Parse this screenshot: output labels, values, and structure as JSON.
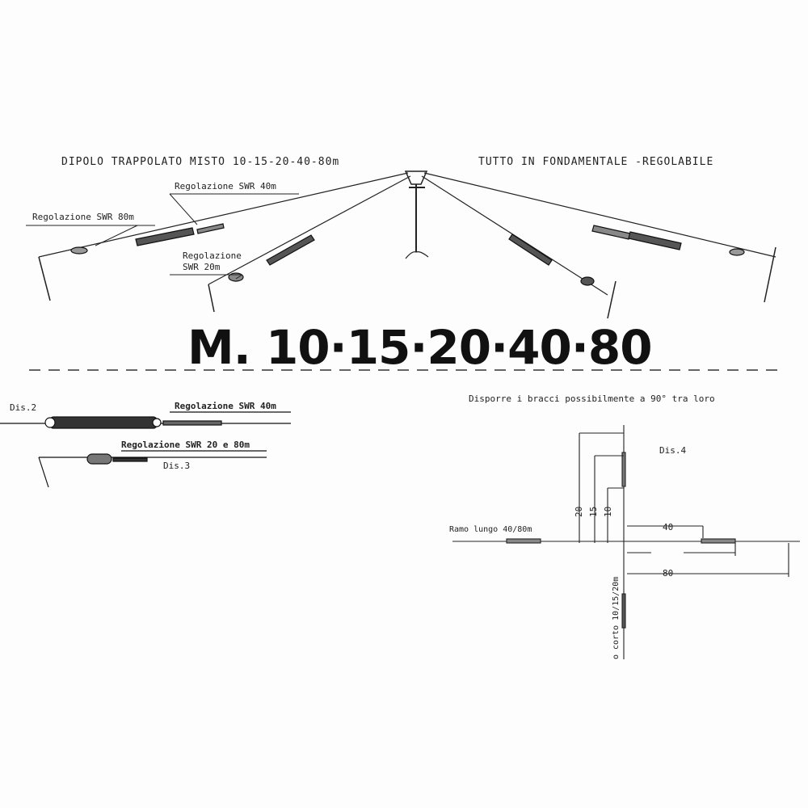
{
  "header": {
    "title_left": "DIPOLO TRAPPOLATO MISTO 10-15-20-40-80m",
    "title_right": "TUTTO IN FONDAMENTALE -REGOLABILE"
  },
  "main_drawing": {
    "label_swr_40": "Regolazione SWR 40m",
    "label_swr_80": "Regolazione SWR 80m",
    "label_swr_20_line1": "Regolazione",
    "label_swr_20_line2": "SWR 20m"
  },
  "model": {
    "name": "M. 10·15·20·40·80"
  },
  "detail": {
    "dis2_label": "Dis.2",
    "dis2_swr": "Regolazione SWR 40m",
    "dis3_swr": "Regolazione SWR 20 e 80m",
    "dis3_label": "Dis.3"
  },
  "layout_note": {
    "text": "Disporre i bracci possibilmente a 90° tra loro",
    "dis4_label": "Dis.4",
    "dim_20": "20",
    "dim_15": "15",
    "dim_10": "10",
    "dim_40": "40",
    "dim_80": "80",
    "long_branch": "Ramo lungo 40/80m",
    "short_branch": "o corto 10/15/20m"
  }
}
